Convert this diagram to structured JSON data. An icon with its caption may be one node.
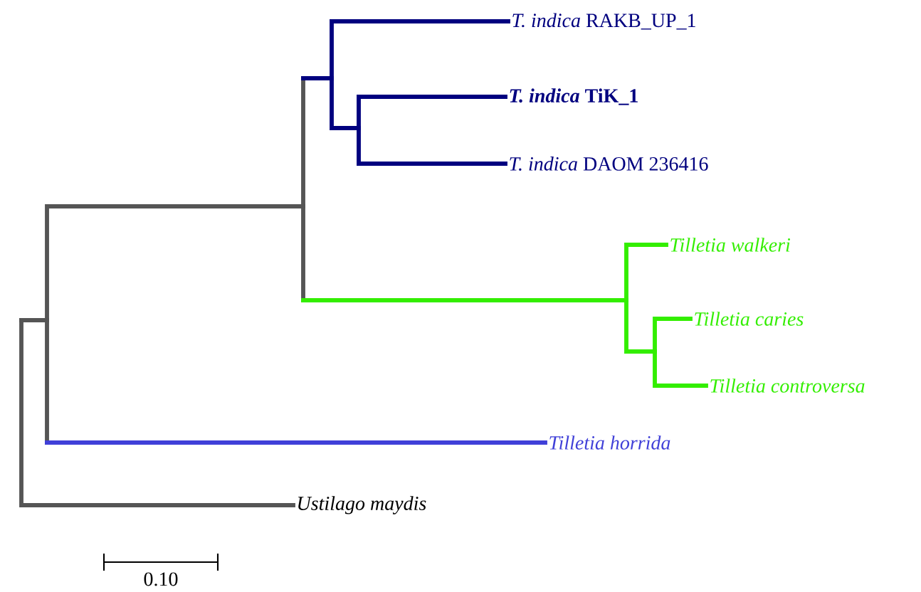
{
  "diagram": {
    "labels": [
      "*T. indica* RAKB_UP_1",
      "*T. indica* TiK_1",
      "*T. indica* DAOM 236416",
      "Tilletia walkeri",
      "Tilletia caries",
      "Tilletia controversa",
      "Tilletia horrida",
      "Ustilago maydis",
      "0.10"
    ]
  }
}
